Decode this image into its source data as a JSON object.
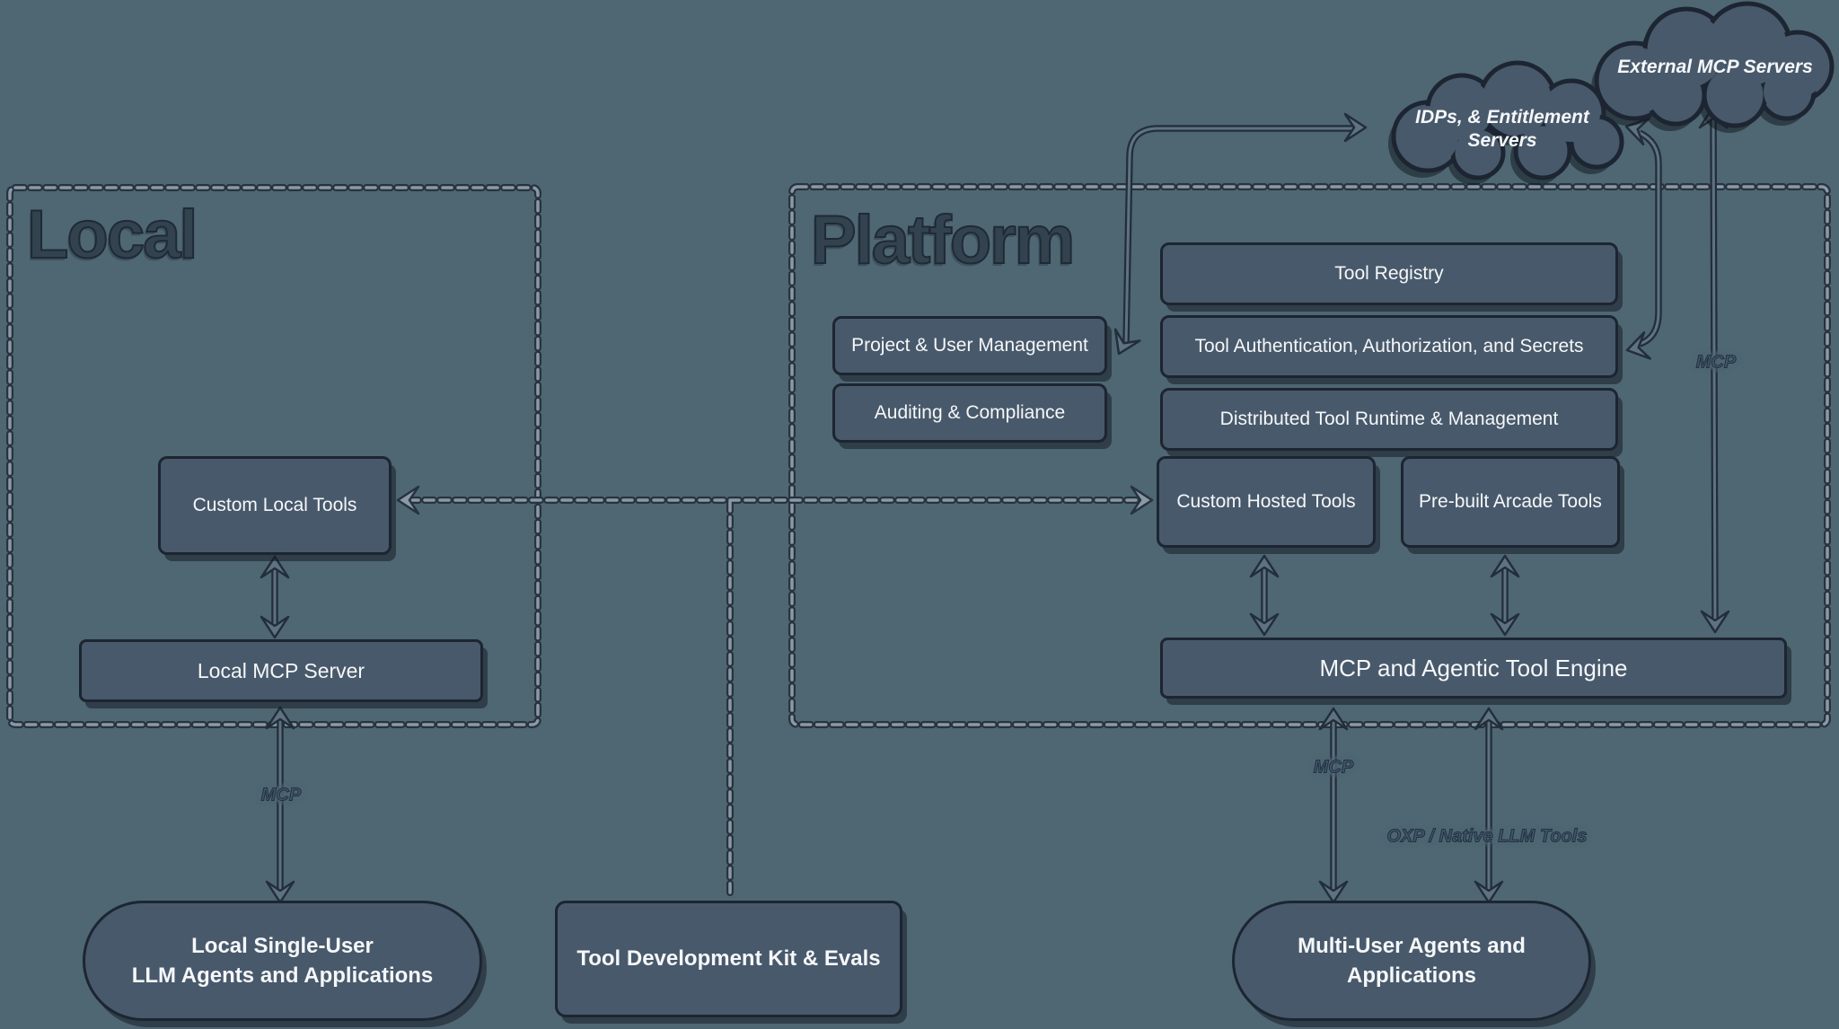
{
  "colors": {
    "background": "#4e6772",
    "box_fill": "#48596b",
    "box_border": "#1c2531",
    "text_light": "#f5f7f9",
    "line": "#5f7282",
    "line_outline": "#222e3a",
    "dash_fill": "#8a99a5",
    "dash_outline": "#27333f",
    "title": "#33424f",
    "label": "#42566a",
    "shadow_color": "#10161e"
  },
  "local": {
    "title": "Local",
    "custom_local_tools": "Custom Local Tools",
    "local_mcp_server": "Local MCP Server"
  },
  "platform": {
    "title": "Platform",
    "project_user_management": "Project & User Management",
    "auditing_compliance": "Auditing & Compliance",
    "tool_registry": "Tool Registry",
    "tool_auth": "Tool Authentication, Authorization, and Secrets",
    "distributed_runtime": "Distributed Tool Runtime & Management",
    "custom_hosted_tools": "Custom Hosted Tools",
    "prebuilt_arcade_tools": "Pre-built Arcade Tools",
    "engine": "MCP and Agentic Tool Engine"
  },
  "clouds": {
    "external_mcp_servers": "External MCP Servers",
    "idp_line1": "IDPs, & Entitlement",
    "idp_line2": "Servers"
  },
  "bottom": {
    "local_agents_line1": "Local Single-User",
    "local_agents_line2": "LLM Agents and Applications",
    "tool_dev_kit": "Tool Development Kit & Evals",
    "multi_user_line1": "Multi-User Agents and",
    "multi_user_line2": "Applications"
  },
  "edge_labels": {
    "local_mcp": "MCP",
    "platform_mcp": "MCP",
    "external_mcp": "MCP",
    "oxp": "OXP / Native LLM Tools"
  }
}
